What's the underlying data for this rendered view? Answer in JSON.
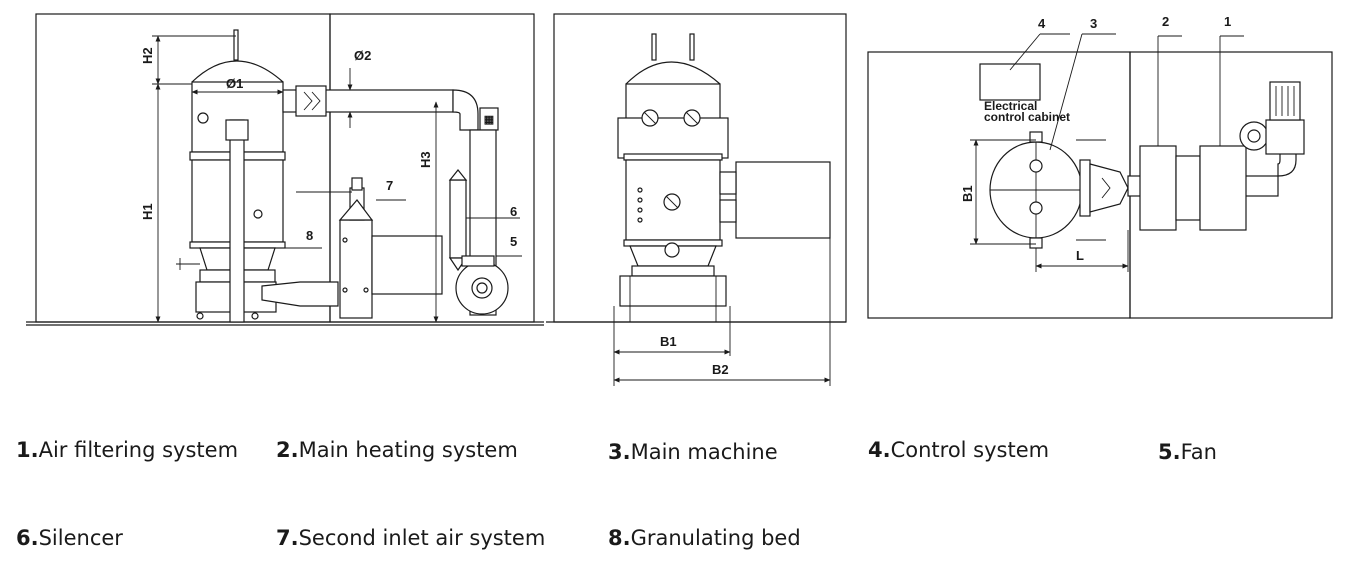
{
  "drawing": {
    "dims": {
      "h1": "H1",
      "h2": "H2",
      "h3": "H3",
      "d1": "Ø1",
      "d2": "Ø2",
      "b1": "B1",
      "b2": "B2",
      "plan_b1": "B1",
      "l": "L"
    },
    "callouts": {
      "n1": "1",
      "n2": "2",
      "n3": "3",
      "n4": "4",
      "n5": "5",
      "n6": "6",
      "n7": "7",
      "n8": "8"
    },
    "cabinet_label_line1": "Electrical",
    "cabinet_label_line2": "control cabinet"
  },
  "legend": [
    {
      "num": "1.",
      "text": "Air filtering system"
    },
    {
      "num": "2.",
      "text": "Main heating system"
    },
    {
      "num": "3.",
      "text": "Main machine"
    },
    {
      "num": "4.",
      "text": "Control system"
    },
    {
      "num": "5.",
      "text": "Fan"
    },
    {
      "num": "6.",
      "text": "Silencer"
    },
    {
      "num": "7.",
      "text": "Second inlet air system"
    },
    {
      "num": "8.",
      "text": "Granulating bed"
    }
  ]
}
